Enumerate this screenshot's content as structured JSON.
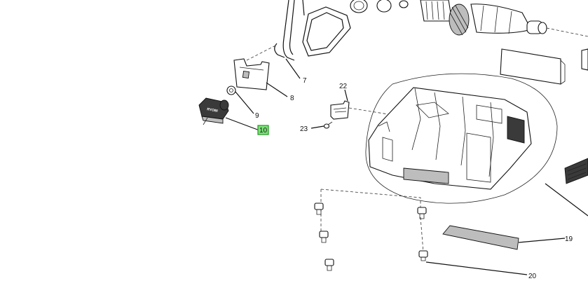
{
  "callouts": [
    {
      "id": "7",
      "label": "7"
    },
    {
      "id": "8",
      "label": "8"
    },
    {
      "id": "9",
      "label": "9"
    },
    {
      "id": "10",
      "label": "10",
      "highlighted": true
    },
    {
      "id": "19",
      "label": "19"
    },
    {
      "id": "20",
      "label": "20"
    },
    {
      "id": "22",
      "label": "22"
    },
    {
      "id": "23",
      "label": "23"
    }
  ],
  "brand_mark": "RYOBI",
  "colors": {
    "highlight_fill": "#7ee27a",
    "highlight_border": "#1e9a1e",
    "line": "#111111"
  }
}
